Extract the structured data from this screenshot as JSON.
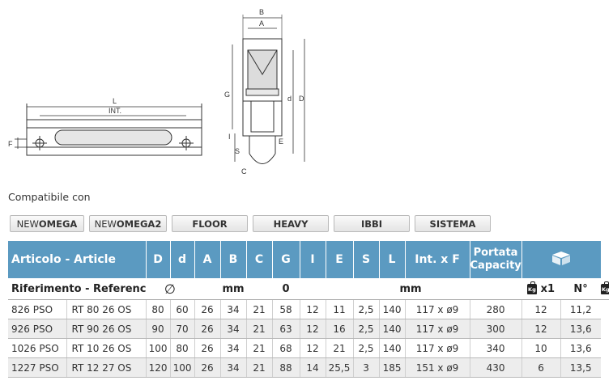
{
  "drawing": {
    "side_labels": {
      "L": "L",
      "INT": "INT.",
      "F": "F"
    },
    "section_labels": {
      "B": "B",
      "A": "A",
      "G": "G",
      "d": "d",
      "D": "D",
      "I": "I",
      "E": "E",
      "S": "S",
      "C": "C"
    }
  },
  "compat": {
    "label": "Compatibile con",
    "buttons": [
      {
        "light": "NEW",
        "strong": "OMEGA"
      },
      {
        "light": "NEW",
        "strong": "OMEGA2"
      },
      {
        "light": "",
        "strong": "FLOOR"
      },
      {
        "light": "",
        "strong": "HEAVY"
      },
      {
        "light": "",
        "strong": "IBBI"
      },
      {
        "light": "",
        "strong": "SISTEMA"
      }
    ]
  },
  "table": {
    "header": {
      "article": "Articolo - Article",
      "D": "D",
      "d": "d",
      "A": "A",
      "B": "B",
      "C": "C",
      "G": "G",
      "I": "I",
      "E": "E",
      "S": "S",
      "L": "L",
      "intxf": "Int. x F",
      "portata": "Portata",
      "capacity": "Capacity",
      "package_icon": "box-icon"
    },
    "subheader": {
      "reference": "Riferimento - Reference",
      "diameter_symbol": "∅",
      "mm1": "mm",
      "zero": "0",
      "mm2": "mm",
      "x1": "x1",
      "n": "N°",
      "kg": "Kg"
    },
    "rows": [
      [
        "826 PSO",
        "RT 80 26 OS",
        "80",
        "60",
        "26",
        "34",
        "21",
        "58",
        "12",
        "11",
        "2,5",
        "140",
        "117 x ø9",
        "280",
        "12",
        "11,2"
      ],
      [
        "926 PSO",
        "RT 90 26 OS",
        "90",
        "70",
        "26",
        "34",
        "21",
        "63",
        "12",
        "16",
        "2,5",
        "140",
        "117 x ø9",
        "300",
        "12",
        "13,6"
      ],
      [
        "1026 PSO",
        "RT 10 26 OS",
        "100",
        "80",
        "26",
        "34",
        "21",
        "68",
        "12",
        "21",
        "2,5",
        "140",
        "117 x ø9",
        "340",
        "10",
        "13,6"
      ],
      [
        "1227 PSO",
        "RT 12 27 OS",
        "120",
        "100",
        "26",
        "34",
        "21",
        "88",
        "14",
        "25,5",
        "3",
        "185",
        "151 x ø9",
        "430",
        "6",
        "13,5"
      ]
    ]
  }
}
